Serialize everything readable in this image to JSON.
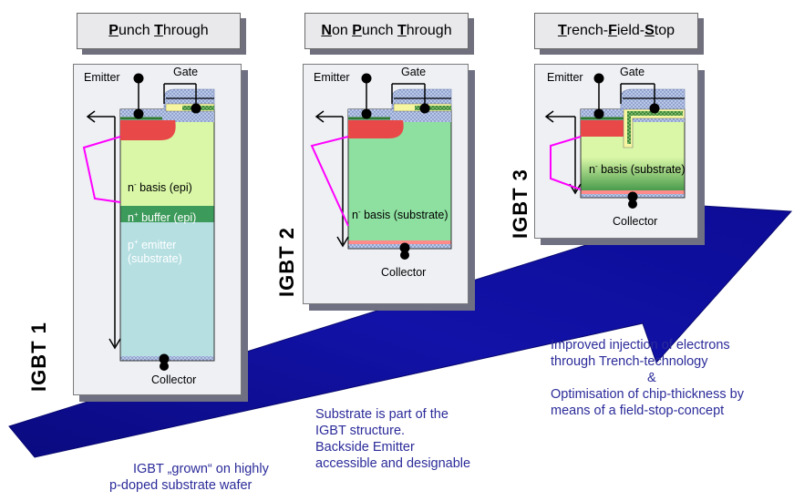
{
  "titles": [
    {
      "parts": [
        [
          "P",
          "u"
        ],
        [
          "unch ",
          ""
        ],
        [
          "T",
          "u"
        ],
        [
          "hrough",
          ""
        ]
      ]
    },
    {
      "parts": [
        [
          "N",
          "u"
        ],
        [
          "on ",
          ""
        ],
        [
          "P",
          "u"
        ],
        [
          "unch ",
          ""
        ],
        [
          "T",
          "u"
        ],
        [
          "hrough",
          ""
        ]
      ]
    },
    {
      "parts": [
        [
          "T",
          "u"
        ],
        [
          "rench-",
          ""
        ],
        [
          "F",
          "u"
        ],
        [
          "ield-",
          ""
        ],
        [
          "S",
          "u"
        ],
        [
          "top",
          ""
        ]
      ]
    }
  ],
  "labels": {
    "emitter": "Emitter",
    "gate": "Gate",
    "collector": "Collector",
    "n_basis_epi": "basis (epi)",
    "n_buffer": "buffer (epi)",
    "p_emitter_line1": "p",
    "p_emitter_line1b": "emitter",
    "p_emitter_line2": "(substrate)",
    "n_basis_substrate": "basis (substrate)",
    "n_minus": "n",
    "n_plus": "n",
    "sup_minus": "-",
    "sup_plus": "+"
  },
  "igbt_labels": [
    "IGBT 1",
    "IGBT 2",
    "IGBT 3"
  ],
  "notes": {
    "ngbt1_line1": "IGBT „grown“ on highly",
    "ngbt1_line2": "p-doped substrate wafer",
    "ngbt2_line1": "Substrate is part of the",
    "ngbt2_line2": "IGBT structure.",
    "ngbt2_line3": "Backside Emitter",
    "ngbt2_line4": "accessible and designable",
    "ngbt3_line1": "Improved injection of electrons",
    "ngbt3_line2": "through Trench-technology",
    "ngbt3_line3": "&",
    "ngbt3_line4": "Optimisation of chip-thickness by",
    "ngbt3_line5": "means of a field-stop-concept"
  },
  "colors": {
    "arrow": "#0c0c96",
    "epi": "#d9f7a6",
    "buffer": "#3c9a5a",
    "p_substrate": "#b6dfe2",
    "n_substrate": "#8ee0a0",
    "emitter_layer": "#b9c9e8",
    "p_well": "#e84848",
    "magenta": "#ff00ff",
    "gate_poly": "#9bb0d8",
    "note_text": "#2b2b9a"
  }
}
